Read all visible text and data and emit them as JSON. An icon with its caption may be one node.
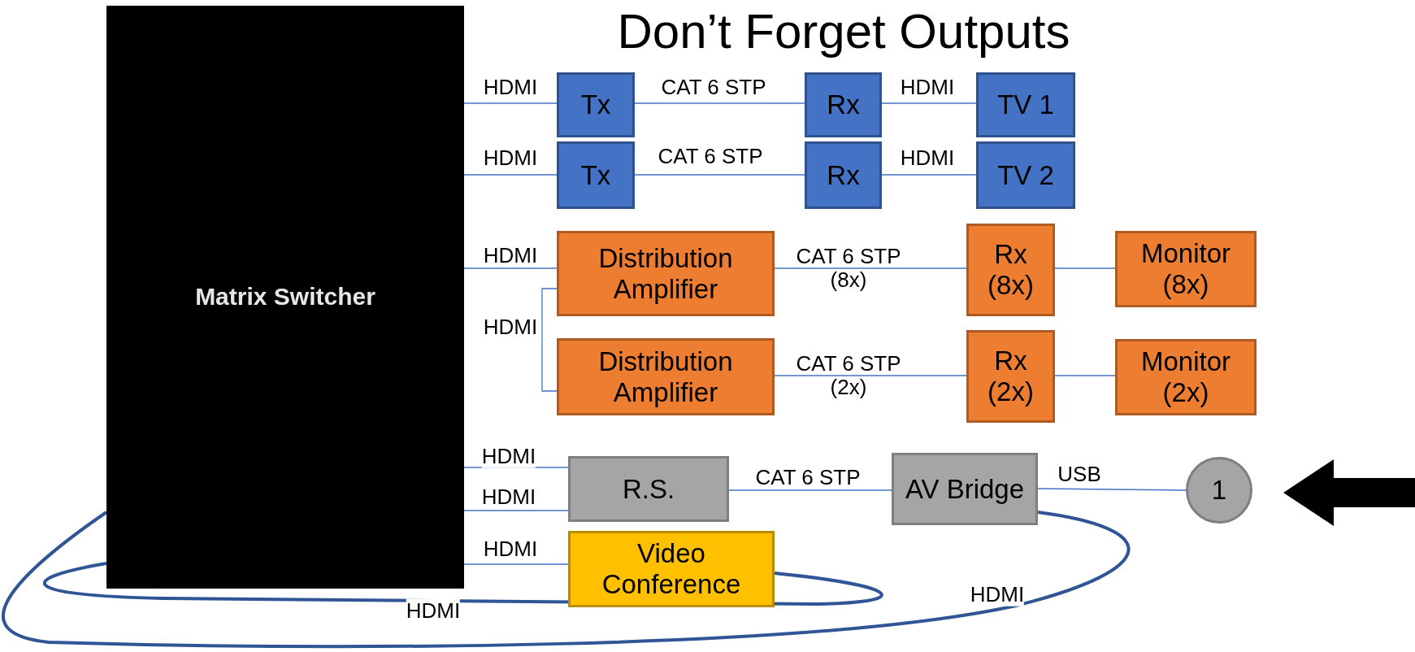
{
  "diagram": {
    "title": "Don’t Forget Outputs",
    "nodes": [
      {
        "text": [
          "Matrix Switcher"
        ]
      },
      {
        "text": [
          "Tx"
        ]
      },
      {
        "text": [
          "Rx"
        ]
      },
      {
        "text": [
          "TV 1"
        ]
      },
      {
        "text": [
          "Tx"
        ]
      },
      {
        "text": [
          "Rx"
        ]
      },
      {
        "text": [
          "TV 2"
        ]
      },
      {
        "text": [
          "Distribution Amplifier"
        ]
      },
      {
        "text": [
          "Rx (8x)"
        ]
      },
      {
        "text": [
          "Monitor (8x)"
        ]
      },
      {
        "text": [
          "Distribution Amplifier"
        ]
      },
      {
        "text": [
          "Rx (2x)"
        ]
      },
      {
        "text": [
          "Monitor (2x)"
        ]
      },
      {
        "text": [
          "R.S."
        ]
      },
      {
        "text": [
          "AV Bridge"
        ]
      },
      {
        "text": [
          "Video Conference"
        ]
      },
      {
        "text": [
          "1"
        ]
      }
    ],
    "edges": [
      {
        "from": 0,
        "to": 1,
        "arrow": "none",
        "label": "HDMI"
      },
      {
        "from": 1,
        "to": 2,
        "arrow": "none",
        "label": "CAT 6 STP"
      },
      {
        "from": 2,
        "to": 3,
        "arrow": "none",
        "label": "HDMI"
      },
      {
        "from": 0,
        "to": 4,
        "arrow": "none",
        "label": "HDMI"
      },
      {
        "from": 4,
        "to": 5,
        "arrow": "none",
        "label": "CAT 6 STP"
      },
      {
        "from": 5,
        "to": 6,
        "arrow": "none",
        "label": "HDMI"
      },
      {
        "from": 0,
        "to": 7,
        "arrow": "none",
        "label": "HDMI"
      },
      {
        "from": 7,
        "to": 10,
        "arrow": "none",
        "label": "HDMI"
      },
      {
        "from": 7,
        "to": 8,
        "arrow": "none",
        "label": "CAT 6 STP (8x)"
      },
      {
        "from": 8,
        "to": 9,
        "arrow": "none"
      },
      {
        "from": 10,
        "to": 11,
        "arrow": "none",
        "label": "CAT 6 STP (2x)"
      },
      {
        "from": 11,
        "to": 12,
        "arrow": "none"
      },
      {
        "from": 0,
        "to": 13,
        "arrow": "none",
        "label": "HDMI"
      },
      {
        "from": 0,
        "to": 13,
        "arrow": "none",
        "label": "HDMI"
      },
      {
        "from": 0,
        "to": 15,
        "arrow": "none",
        "label": "HDMI"
      },
      {
        "from": 13,
        "to": 14,
        "arrow": "none",
        "label": "CAT 6 STP"
      },
      {
        "from": 14,
        "to": 16,
        "arrow": "none",
        "label": "USB"
      },
      {
        "from": 14,
        "to": 0,
        "arrow": "none",
        "label": "HDMI",
        "style": "thick",
        "color": "#2f5597"
      },
      {
        "from": 15,
        "to": 0,
        "arrow": "none",
        "label": "HDMI",
        "style": "thick",
        "color": "#2f5597"
      },
      {
        "from": null,
        "to": 16,
        "arrow": "to",
        "style": "thick",
        "color": "#000000"
      }
    ]
  }
}
